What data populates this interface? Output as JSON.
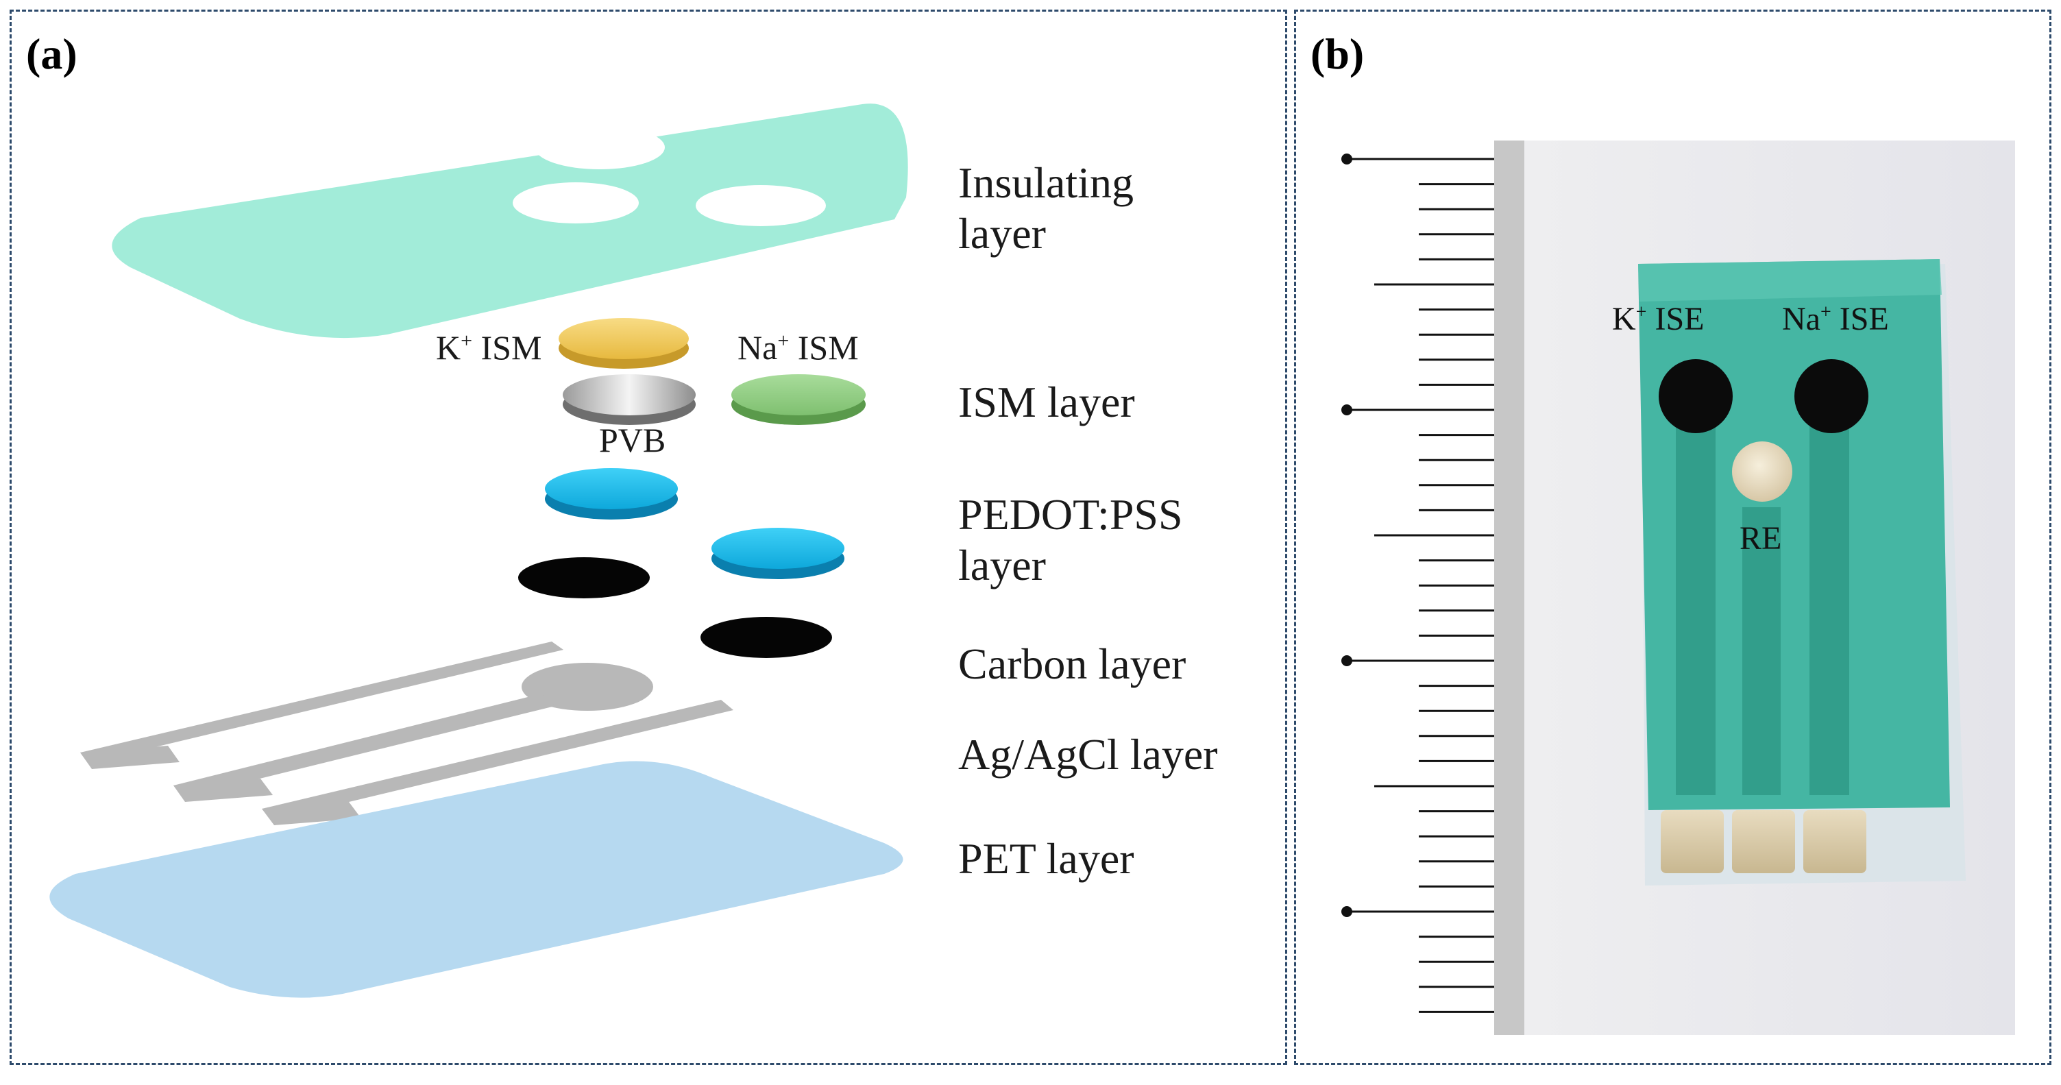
{
  "panel_a": {
    "letter": "(a)",
    "layers": {
      "insulating": "Insulating\nlayer",
      "ism": "ISM layer",
      "pedot": "PEDOT:PSS\nlayer",
      "carbon": "Carbon layer",
      "agcl": "Ag/AgCl layer",
      "pet": "PET layer"
    },
    "ism_labels": {
      "k_ism": {
        "ion": "K",
        "charge": "+",
        "suffix": " ISM"
      },
      "na_ism": {
        "ion": "Na",
        "charge": "+",
        "suffix": " ISM"
      },
      "pvb": "PVB"
    }
  },
  "panel_b": {
    "letter": "(b)",
    "electrode_labels": {
      "k_ise": {
        "ion": "K",
        "charge": "+",
        "suffix": " ISE"
      },
      "na_ise": {
        "ion": "Na",
        "charge": "+",
        "suffix": " ISE"
      },
      "re": "RE"
    }
  },
  "colors": {
    "frame": "#2d4a6b",
    "insulating": "#a2ecd9",
    "pet": "#b6d9f0",
    "k_ism": "#f3cf6d",
    "na_ism": "#9bd38f",
    "pvb": "#d2d2d2",
    "pedot": "#26c3f0",
    "carbon": "#050505",
    "agcl": "#b8b8b8",
    "sensor_strip": "#45b6a3"
  }
}
